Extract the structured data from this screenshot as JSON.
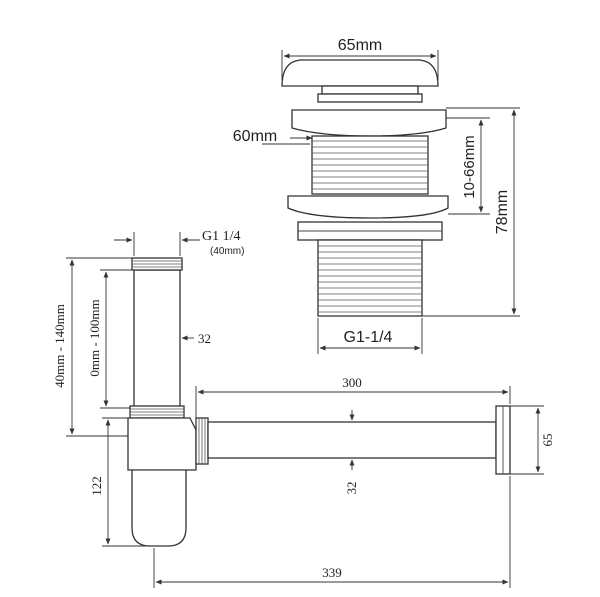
{
  "labels": {
    "waste_cap_width": "65mm",
    "waste_body_width": "60mm",
    "waste_adjust_range": "10-66mm",
    "waste_total_height": "78mm",
    "waste_thread": "G1-1/4",
    "trap_thread": "G1  1/4",
    "trap_thread_sub": "(40mm)",
    "trap_total_height": "40mm - 140mm",
    "trap_pipe_adjust": "0mm - 100mm",
    "trap_pipe_dia": "32",
    "trap_bottle_height": "122",
    "trap_arm_length": "300",
    "trap_arm_dia": "32",
    "trap_flange_dia": "65",
    "trap_total_length": "339"
  }
}
